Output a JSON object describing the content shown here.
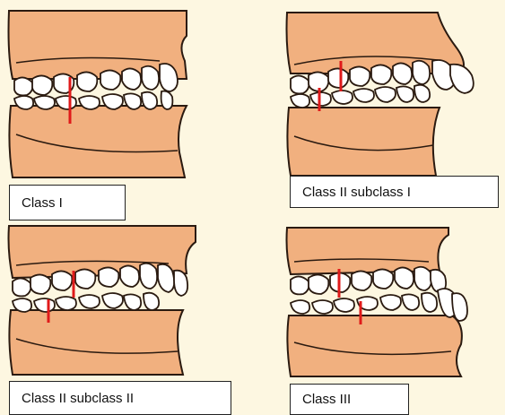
{
  "panels": [
    {
      "label": "Class I"
    },
    {
      "label": "Class II subclass I"
    },
    {
      "label": "Class II subclass II"
    },
    {
      "label": "Class III"
    }
  ],
  "colors": {
    "skin": "#f1b07f",
    "gum": "#f5bd92",
    "outline": "#2a1a10",
    "tooth": "#ffffff",
    "marker": "#e01a1a",
    "label_bg": "#ffffff"
  }
}
